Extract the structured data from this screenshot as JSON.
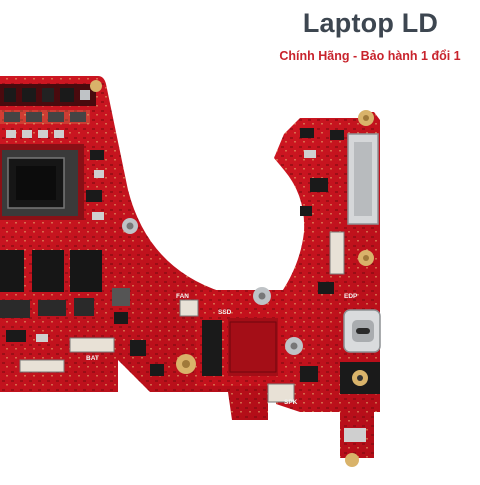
{
  "brand": {
    "title": "Laptop LD",
    "subtitle": "Chính Hãng - Bảo hành 1 đổi 1"
  },
  "board": {
    "silkscreen_labels": [
      "FAN",
      "SSD",
      "BAT",
      "EDP",
      "SPK"
    ],
    "colors": {
      "pcb": "#c4111c",
      "pcb_dark": "#8e0a12",
      "chip": "#1a1a1a",
      "gold": "#d9b36a",
      "silver": "#bfc3c6"
    }
  }
}
